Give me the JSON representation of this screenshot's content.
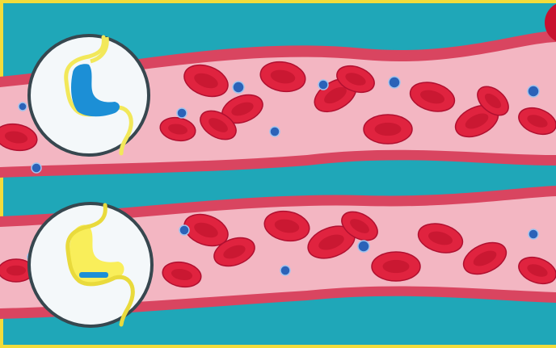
{
  "illustration": {
    "subject": "blood-vessels-with-stomach-insets",
    "vessels": [
      {
        "id": "upper",
        "inset": "stomach-blue-contents"
      },
      {
        "id": "lower",
        "inset": "stomach-yellow-contents"
      }
    ]
  },
  "colors": {
    "border": "#f1dc3a",
    "background": "#1fa7b8",
    "vessel_wall": "#d94560",
    "vessel_inner": "#f3b6c2",
    "red_cell": "#e0233f",
    "red_cell_center": "#c4152f",
    "blue_particle": "#2b62b8",
    "stomach_blue": "#1c8fd6",
    "stomach_yellow": "#f9ee5a",
    "inset_bg": "#f4f8fa",
    "inset_ring": "#37474f",
    "badge": "#c8102e"
  }
}
